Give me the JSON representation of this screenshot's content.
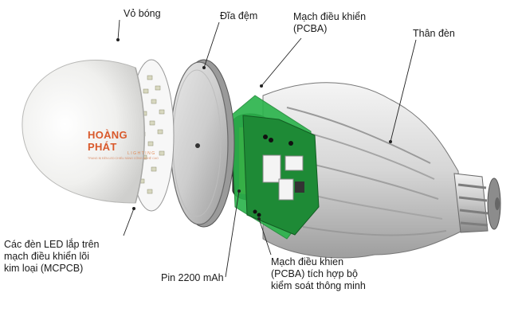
{
  "labels": {
    "vo_bong": "Vỏ bóng",
    "dia_dem": "Đĩa đệm",
    "mach_dieu_khien": [
      "Mạch điều khiển",
      "(PCBA)"
    ],
    "than_den": "Thân đèn",
    "led_mcpcb": [
      "Các đèn LED lắp trên",
      "mạch điều khiển lõi",
      "kim loại (MCPCB)"
    ],
    "pin": "Pin 2200 mAh",
    "mach_thong_minh": [
      "Mạch điều khien",
      "(PCBA) tích hợp bộ",
      "kiểm soát thông minh"
    ]
  },
  "watermark": {
    "brand": "HOÀNG PHÁT",
    "sub": "LIGHTING",
    "tagline": "TRANG BỊ ĐÈN LED CHIẾU SÁNG CÔNG NGHỆ CAO"
  },
  "colors": {
    "pcb_green": "#29b34a",
    "pcb_dark": "#1e8a36",
    "dome": "#f1f1ef",
    "body": "#dcdcdc",
    "watermark": "#d9592b"
  }
}
